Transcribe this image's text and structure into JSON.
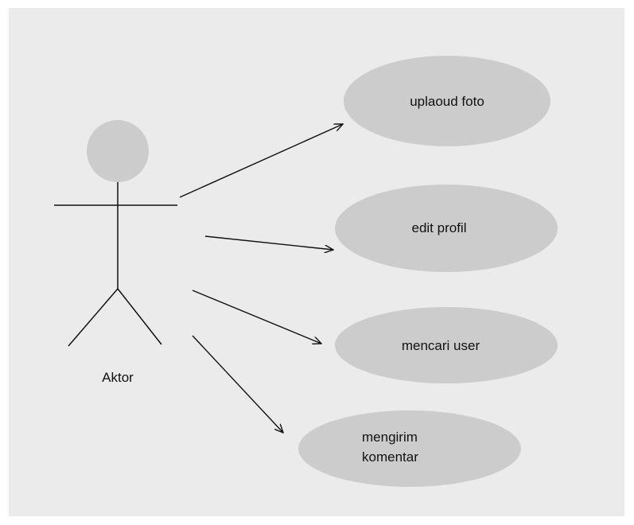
{
  "diagram": {
    "actor": {
      "label": "Aktor"
    },
    "use_cases": [
      {
        "id": "uc-upload",
        "label_lines": [
          "uplaoud foto"
        ]
      },
      {
        "id": "uc-edit",
        "label_lines": [
          "edit profil"
        ]
      },
      {
        "id": "uc-search",
        "label_lines": [
          "mencari user"
        ]
      },
      {
        "id": "uc-comment",
        "label_lines": [
          "mengirim",
          "komentar"
        ]
      }
    ],
    "colors": {
      "background": "#ebebeb",
      "ellipse_fill": "#cccccc",
      "actor_head": "#cccccc",
      "line": "#111111",
      "text": "#111111"
    }
  }
}
